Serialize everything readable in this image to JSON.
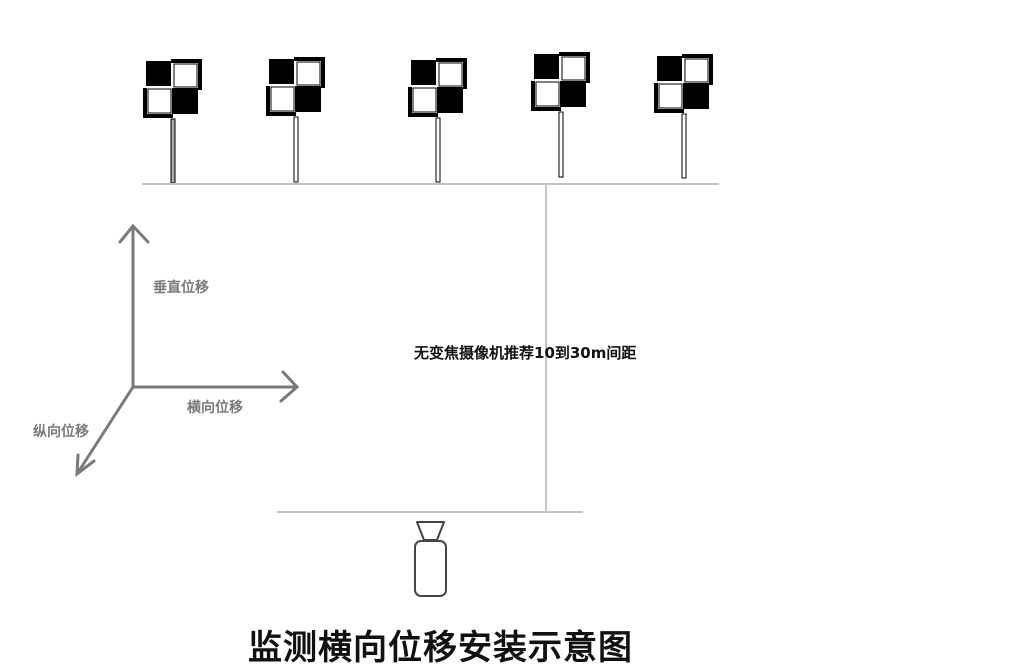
{
  "diagram": {
    "title": "监测横向位移安装示意图",
    "distance_note": "无变焦摄像机推荐10到30m间距",
    "axes": {
      "vertical": "垂直位移",
      "lateral": "横向位移",
      "longitudinal": "纵向位移"
    },
    "target_count": 5
  }
}
